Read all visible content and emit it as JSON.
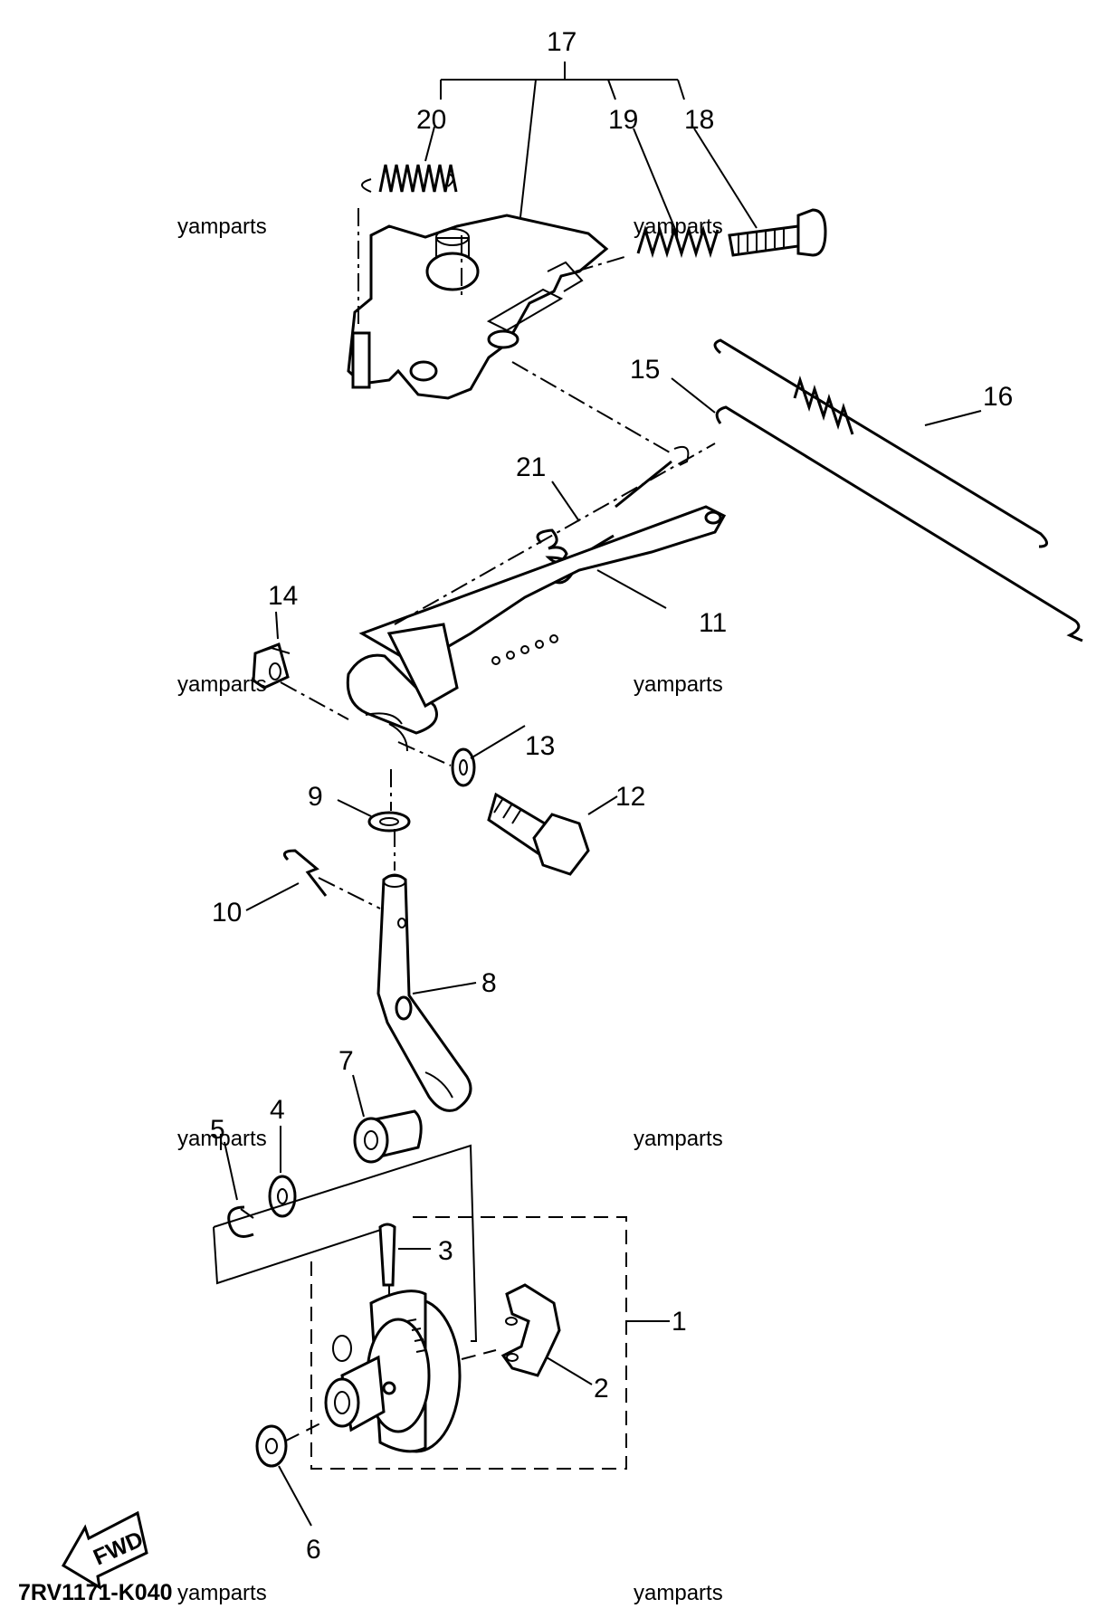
{
  "callouts": [
    "1",
    "2",
    "3",
    "4",
    "5",
    "6",
    "7",
    "8",
    "9",
    "10",
    "11",
    "12",
    "13",
    "14",
    "15",
    "16",
    "17",
    "18",
    "19",
    "20",
    "21"
  ],
  "watermark": "yamparts",
  "diagram_code": "7RV1171-K040",
  "fwd_label": "FWD"
}
